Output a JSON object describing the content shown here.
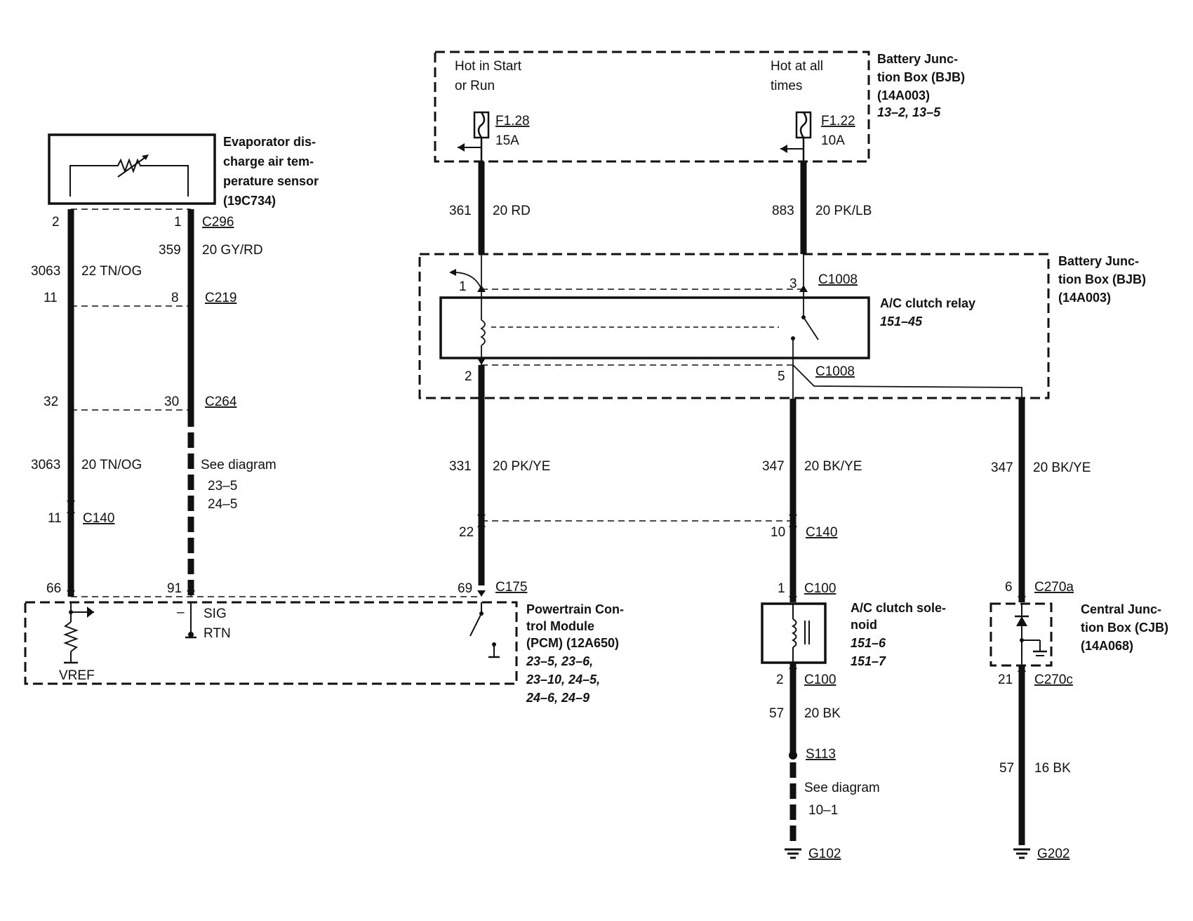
{
  "bjb_top": {
    "title": [
      "Battery Junc-",
      "tion Box (BJB)",
      "(14A003)"
    ],
    "ref": "13–2, 13–5",
    "hot_start": [
      "Hot in Start",
      "or Run"
    ],
    "hot_all": [
      "Hot at all",
      "times"
    ],
    "fuse1": {
      "id": "F1.28",
      "rating": "15A"
    },
    "fuse2": {
      "id": "F1.22",
      "rating": "10A"
    }
  },
  "bjb_mid": {
    "title": [
      "Battery Junc-",
      "tion Box (BJB)",
      "(14A003)"
    ]
  },
  "relay": {
    "title": "A/C clutch relay",
    "ref": "151–45",
    "pin1": "1",
    "pin3": "3",
    "pin2": "2",
    "pin5": "5",
    "conn_top": "C1008",
    "conn_bot": "C1008"
  },
  "sensor": {
    "title": [
      "Evaporator dis-",
      "charge air tem-",
      "perature sensor",
      "(19C734)"
    ]
  },
  "pcm": {
    "title": [
      "Powertrain Con-",
      "trol Module",
      "(PCM) (12A650)"
    ],
    "refs": [
      "23–5, 23–6,",
      "23–10, 24–5,",
      "24–6, 24–9"
    ],
    "sig": "SIG",
    "rtn": "RTN",
    "vref": "VREF",
    "minus": "–"
  },
  "solenoid": {
    "title": [
      "A/C clutch sole-",
      "noid"
    ],
    "refs": [
      "151–6",
      "151–7"
    ]
  },
  "cjb": {
    "title": [
      "Central Junc-",
      "tion Box (CJB)",
      "(14A068)"
    ]
  },
  "wires": {
    "w361": {
      "circuit": "361",
      "gauge": "20 RD"
    },
    "w883": {
      "circuit": "883",
      "gauge": "20 PK/LB"
    },
    "w3063a": {
      "circuit": "3063",
      "gauge": "22 TN/OG"
    },
    "w359": {
      "circuit": "359",
      "gauge": "20 GY/RD"
    },
    "w3063b": {
      "circuit": "3063",
      "gauge": "20 TN/OG"
    },
    "w331": {
      "circuit": "331",
      "gauge": "20 PK/YE"
    },
    "w347a": {
      "circuit": "347",
      "gauge": "20 BK/YE"
    },
    "w347b": {
      "circuit": "347",
      "gauge": "20 BK/YE"
    },
    "w57a": {
      "circuit": "57",
      "gauge": "20 BK"
    },
    "w57b": {
      "circuit": "57",
      "gauge": "16 BK"
    }
  },
  "connectors": {
    "c296": {
      "name": "C296",
      "pinL": "2",
      "pinR": "1"
    },
    "c219": {
      "name": "C219",
      "pinL": "11",
      "pinR": "8"
    },
    "c264": {
      "name": "C264",
      "pinL": "32",
      "pinR": "30"
    },
    "c140a": {
      "name": "C140",
      "pin": "11"
    },
    "c175": {
      "name": "C175",
      "pin66": "66",
      "pin91": "91",
      "pin69": "69"
    },
    "c140b": {
      "name": "C140",
      "pin22": "22",
      "pin10": "10"
    },
    "c100a": {
      "name": "C100",
      "pin": "1"
    },
    "c100b": {
      "name": "C100",
      "pin": "2"
    },
    "c270a": {
      "name": "C270a",
      "pin": "6"
    },
    "c270c": {
      "name": "C270c",
      "pin": "21"
    },
    "s113": {
      "name": "S113"
    },
    "g102": {
      "name": "G102"
    },
    "g202": {
      "name": "G202"
    }
  },
  "see_diagram_left": [
    "See diagram",
    "23–5",
    "24–5"
  ],
  "see_diagram_bottom": [
    "See diagram",
    "10–1"
  ]
}
